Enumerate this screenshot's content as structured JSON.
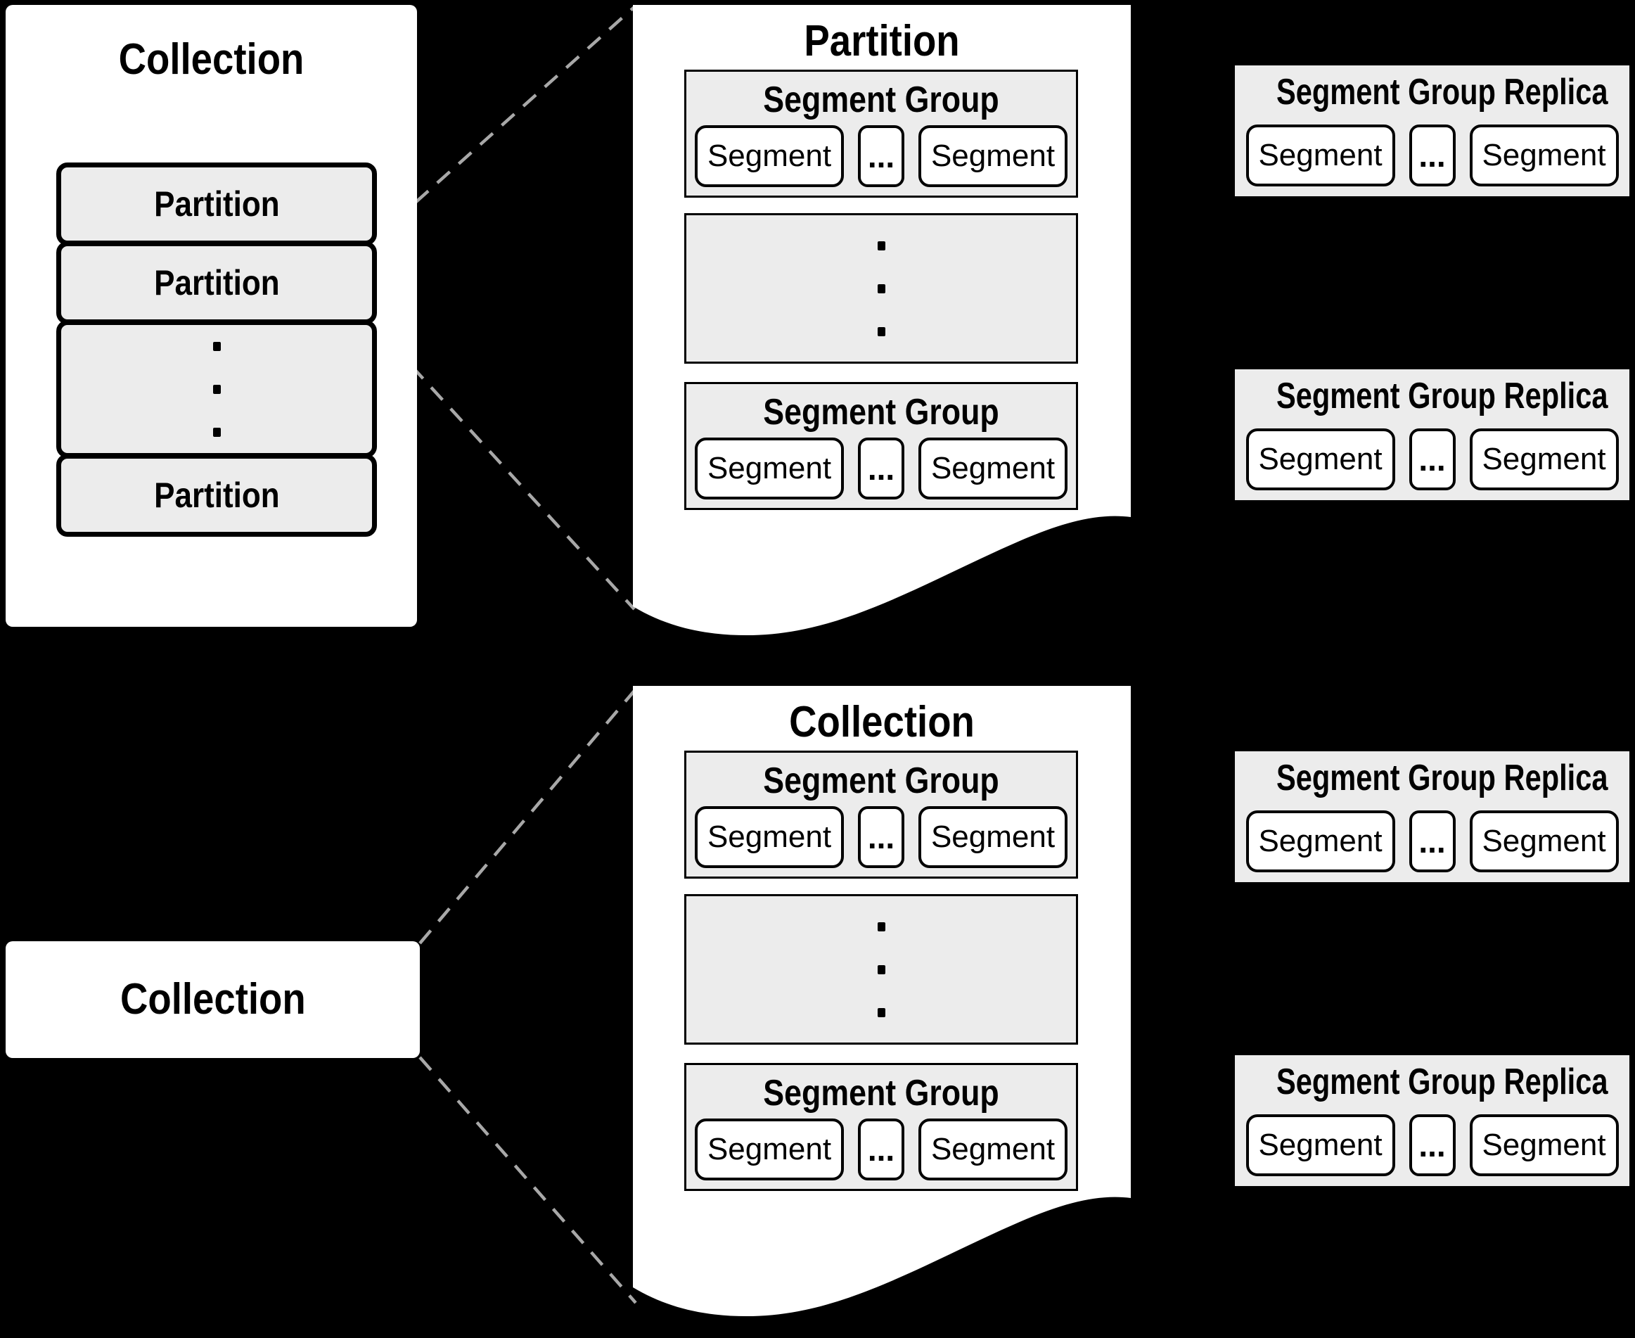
{
  "colors": {
    "background": "#000000",
    "panel_fill": "#ececec",
    "panel_border": "#000000",
    "sheet_fill": "#ffffff",
    "dashed_line": "#a8a8a8"
  },
  "overview_collection": {
    "title": "Collection",
    "partition_labels": [
      "Partition",
      "Partition",
      "Partition"
    ]
  },
  "partition_detail": {
    "title": "Partition",
    "segment_groups": [
      {
        "title": "Segment Group",
        "segment_left": "Segment",
        "ellipsis": "...",
        "segment_right": "Segment"
      },
      {
        "title": "Segment Group",
        "segment_left": "Segment",
        "ellipsis": "...",
        "segment_right": "Segment"
      }
    ]
  },
  "collection_detail": {
    "title": "Collection",
    "segment_groups": [
      {
        "title": "Segment Group",
        "segment_left": "Segment",
        "ellipsis": "...",
        "segment_right": "Segment"
      },
      {
        "title": "Segment Group",
        "segment_left": "Segment",
        "ellipsis": "...",
        "segment_right": "Segment"
      }
    ]
  },
  "collection_label": {
    "title": "Collection"
  },
  "replicas": [
    {
      "title": "Segment Group Replica",
      "segment_left": "Segment",
      "ellipsis": "...",
      "segment_right": "Segment"
    },
    {
      "title": "Segment Group Replica",
      "segment_left": "Segment",
      "ellipsis": "...",
      "segment_right": "Segment"
    },
    {
      "title": "Segment Group Replica",
      "segment_left": "Segment",
      "ellipsis": "...",
      "segment_right": "Segment"
    },
    {
      "title": "Segment Group Replica",
      "segment_left": "Segment",
      "ellipsis": "...",
      "segment_right": "Segment"
    }
  ]
}
